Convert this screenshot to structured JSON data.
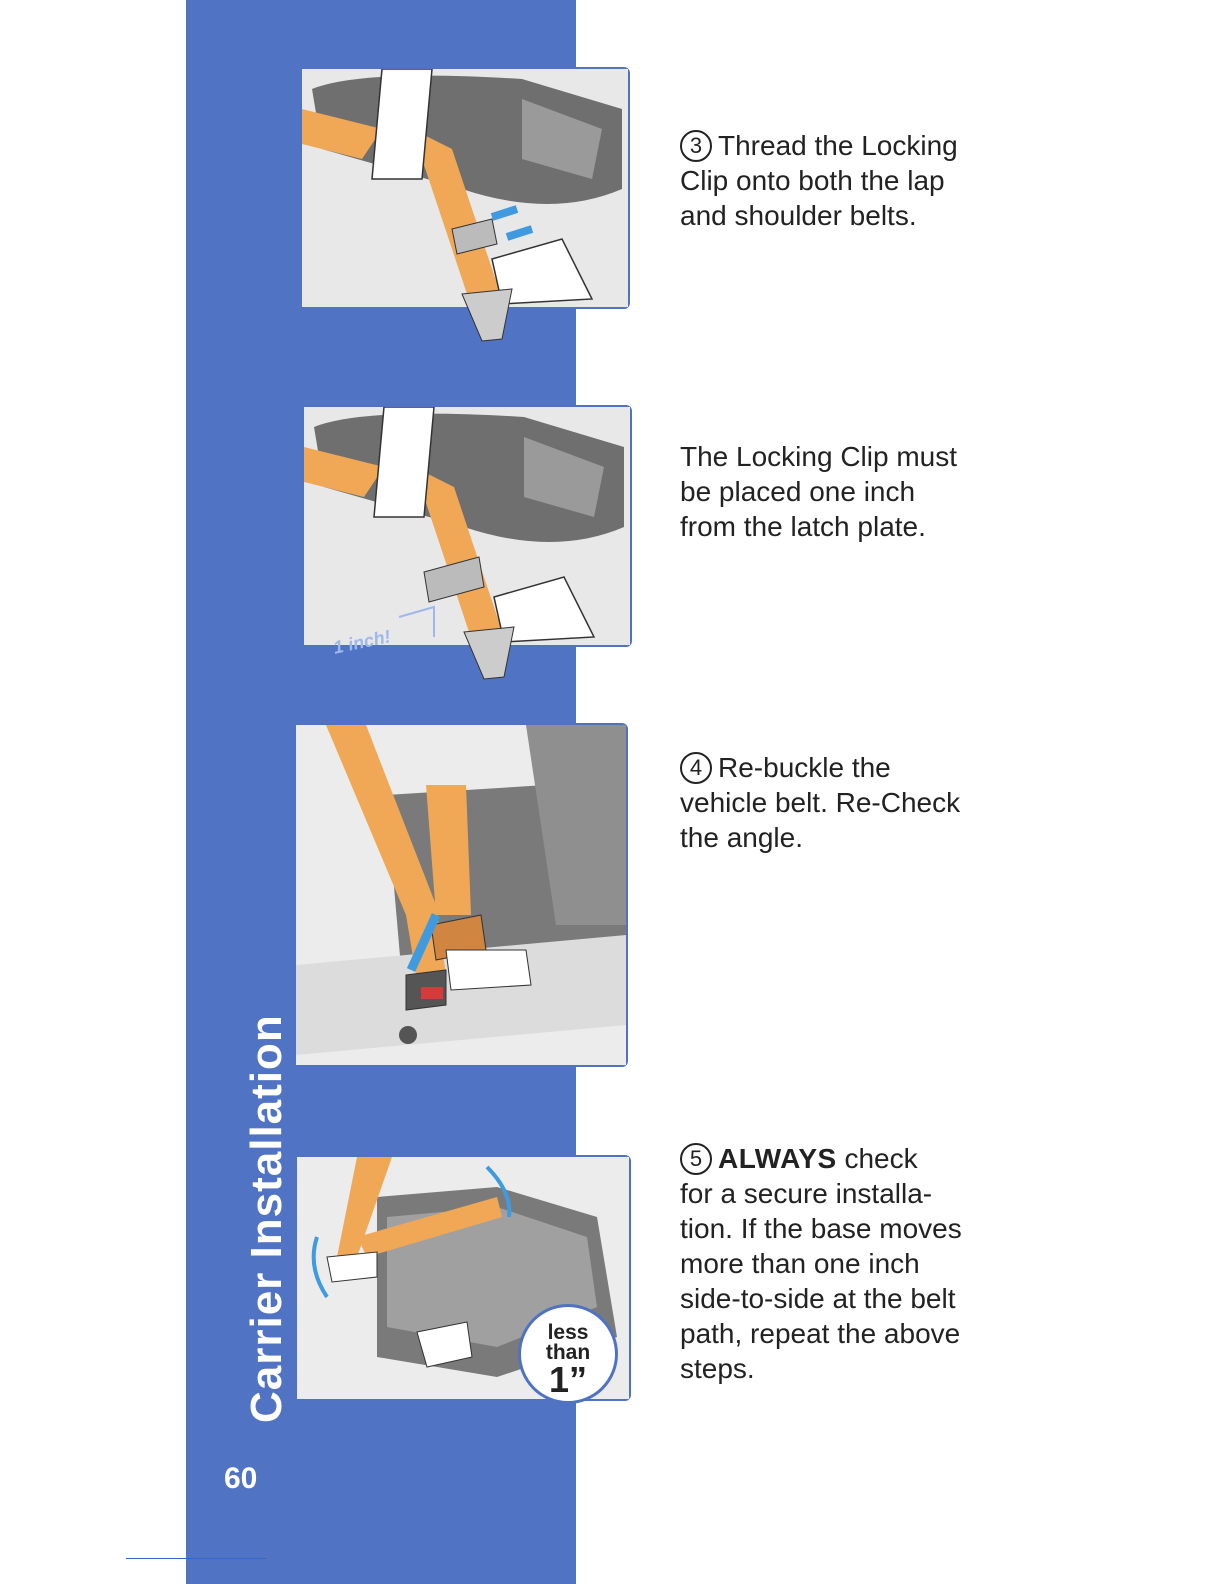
{
  "sidebar": {
    "section_title": "Carrier Installation",
    "page_number": "60"
  },
  "steps": [
    {
      "number": "3",
      "lines": [
        "Thread the Locking",
        "Clip onto both the lap",
        "and shoulder belts."
      ]
    },
    {
      "number": "",
      "lines": [
        "The Locking Clip must",
        "be placed one inch",
        "from the latch plate."
      ]
    },
    {
      "number": "4",
      "lines": [
        "Re-buckle the",
        "vehicle belt. Re-Check",
        "the angle."
      ]
    },
    {
      "number": "5",
      "emphasis": "ALWAYS",
      "lines": [
        " check",
        "for a secure installa-",
        "tion. If the base moves",
        "more than one inch",
        "side-to-side at the belt",
        "path, repeat the above",
        "steps."
      ]
    }
  ],
  "illustrations": {
    "inch_label": "1 inch!",
    "badge": {
      "line1": "less",
      "line2": "than",
      "line3": "1”"
    }
  },
  "colors": {
    "band": "#5173c4",
    "belt": "#f0a857",
    "arrow": "#3f9ae0",
    "frame": "#4f72c3"
  }
}
